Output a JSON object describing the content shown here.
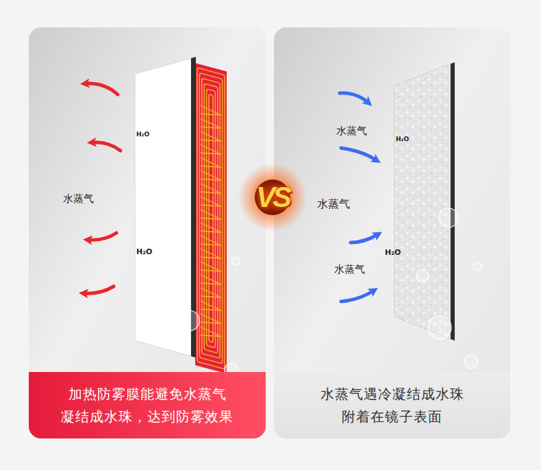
{
  "diagram": {
    "nodes": [
      {
        "text": [
          "VS"
        ]
      },
      {
        "text": [
          "加热防雾膜能避免水蒸气 凝结成水珠，达到防雾效果"
        ]
      },
      {
        "text": [
          "水蒸气遇冷凝结成水珠 附着在镜子表面"
        ]
      }
    ],
    "labels": [
      "H₂O",
      "水蒸气",
      "H₂O",
      "水蒸气",
      "H₂O",
      "水蒸气",
      "H₂O",
      "水蒸气"
    ]
  }
}
